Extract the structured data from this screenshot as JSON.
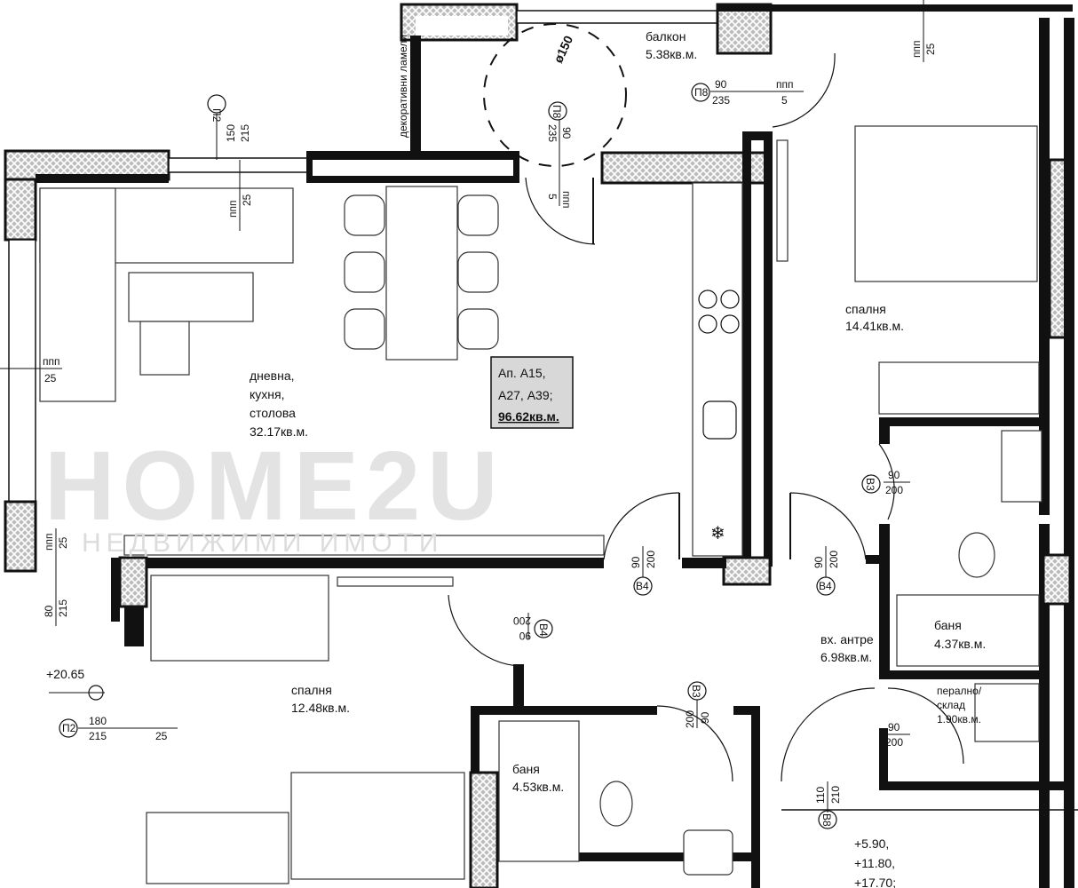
{
  "watermark": {
    "brand": "HOME2U",
    "subtitle": "НЕДВИЖИМИ ИМОТИ"
  },
  "apartment": {
    "line1": "Ап. А15,",
    "line2": "А27, А39;",
    "area": "96.62кв.м."
  },
  "rooms": {
    "balcony": {
      "name": "балкон",
      "area": "5.38кв.м."
    },
    "bedroom_main": {
      "name": "спалня",
      "area": "14.41кв.м."
    },
    "living": {
      "name1": "дневна,",
      "name2": "кухня,",
      "name3": "столова",
      "area": "32.17кв.м."
    },
    "bedroom_small": {
      "name": "спалня",
      "area": "12.48кв.м."
    },
    "bath1": {
      "name": "баня",
      "area": "4.53кв.м."
    },
    "bath2": {
      "name": "баня",
      "area": "4.37кв.м."
    },
    "hall": {
      "name": "вх. антре",
      "area": "6.98кв.м."
    },
    "laundry": {
      "name1": "перално/",
      "name2": "склад",
      "area": "1.90кв.м."
    }
  },
  "annotations": {
    "decor": "декоративни ламели",
    "diameter": "ø150",
    "level_left": "+20.65",
    "levels": [
      "+5.90,",
      "+11.80,",
      "+17.70;"
    ]
  },
  "tags": {
    "p2_top": {
      "id": "П2",
      "w": "150",
      "h": "215",
      "sill_label": "ппп",
      "sill": "25"
    },
    "p8_a": {
      "id": "П8",
      "w": "90",
      "h": "235",
      "sill_label": "ппп",
      "sill": "5"
    },
    "p8_b": {
      "id": "П8",
      "w": "90",
      "h": "235",
      "sill_label": "ппп",
      "sill": "5"
    },
    "left_sill": {
      "sill_label": "ппп",
      "sill": "25"
    },
    "left_window": {
      "sill_label": "ппп",
      "sill": "25",
      "w": "80",
      "h": "215"
    },
    "p2_bottom": {
      "id": "П2",
      "w": "180",
      "h": "215",
      "sill": "25"
    },
    "top_right": {
      "sill_label": "ппп",
      "sill": "25"
    },
    "b4_living": {
      "id": "В4",
      "w": "90",
      "h": "200"
    },
    "b4_kitchen": {
      "id": "В4",
      "w": "90",
      "h": "200"
    },
    "b4_bedroom": {
      "id": "В4",
      "w": "90",
      "h": "200"
    },
    "b3_bath2": {
      "id": "В3",
      "w": "90",
      "h": "200"
    },
    "b3_bath1": {
      "id": "В3",
      "w": "90",
      "h": "200"
    },
    "laundry_door": {
      "w": "90",
      "h": "200"
    },
    "b8_entry": {
      "id": "В8",
      "w": "110",
      "h": "210"
    }
  }
}
